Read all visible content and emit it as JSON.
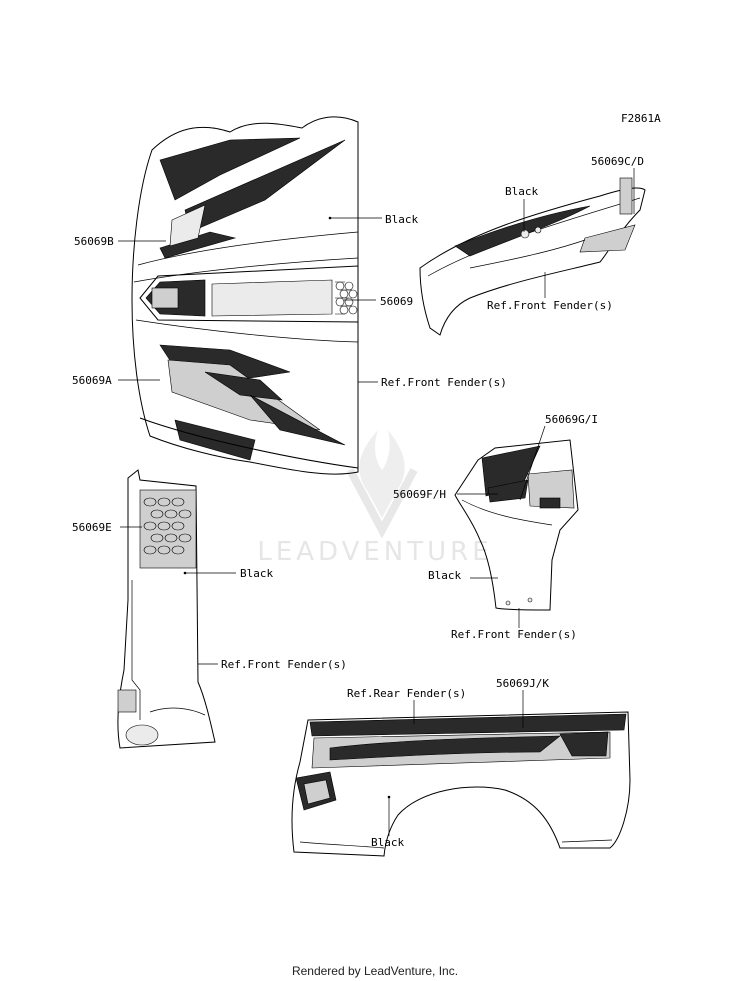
{
  "figure_code": "F2861A",
  "labels": {
    "p56069b": "56069B",
    "p56069": "56069",
    "p56069a": "56069A",
    "black_hood": "Black",
    "ref_ff_hood": "Ref.Front Fender(s)",
    "p56069cd": "56069C/D",
    "black_ff": "Black",
    "ref_ff_top": "Ref.Front Fender(s)",
    "p56069gi": "56069G/I",
    "p56069fh": "56069F/H",
    "black_side": "Black",
    "ref_ff_side": "Ref.Front Fender(s)",
    "p56069e": "56069E",
    "black_panel": "Black",
    "ref_ff_panel": "Ref.Front Fender(s)",
    "ref_rf": "Ref.Rear Fender(s)",
    "p56069jk": "56069J/K",
    "black_rear": "Black"
  },
  "watermark": "LEADVENTURE",
  "footer": "Rendered by LeadVenture, Inc."
}
